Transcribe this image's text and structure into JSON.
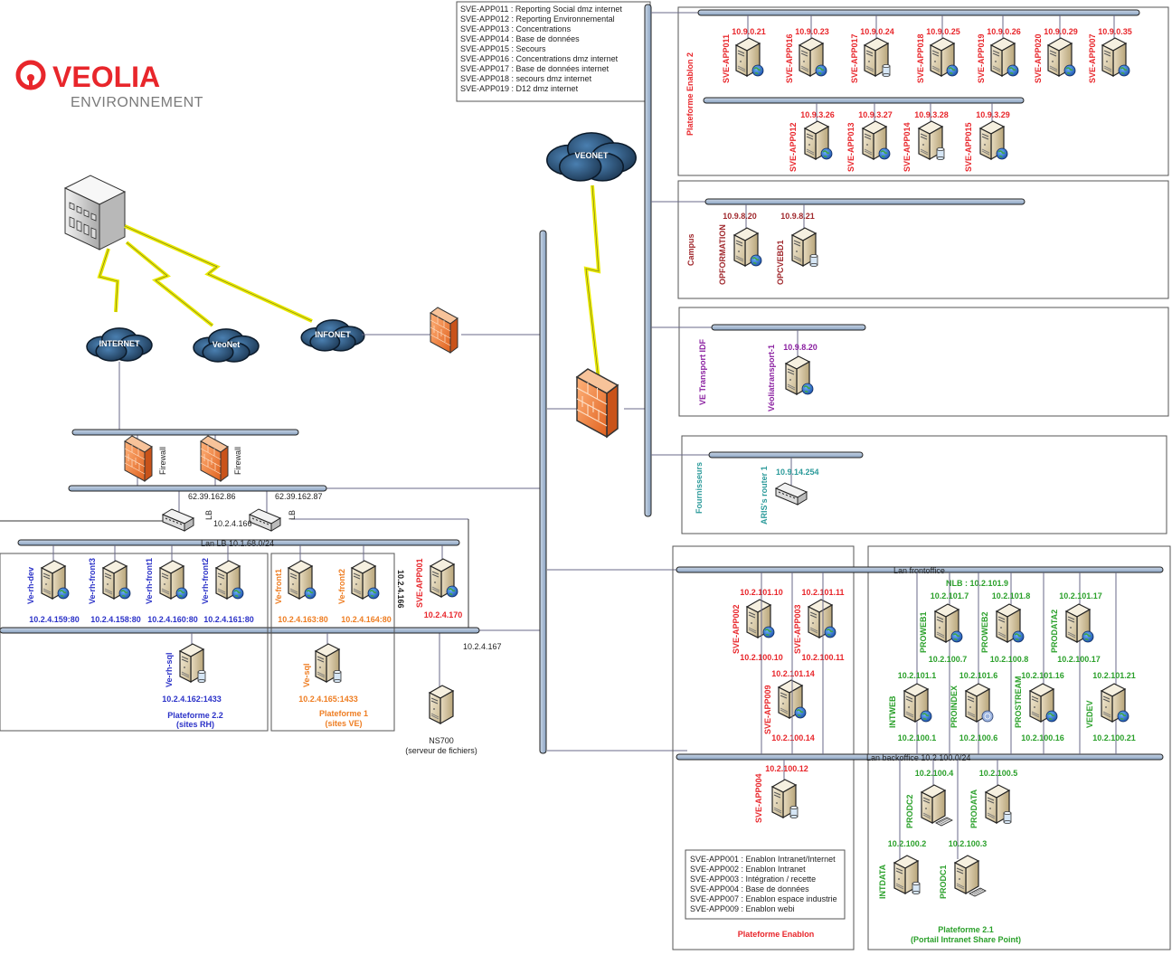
{
  "logo": {
    "brand": "VEOLIA",
    "subtitle": "ENVIRONNEMENT",
    "brand_color": "#e8262b",
    "subtitle_color": "#7a7a7a"
  },
  "clouds": {
    "internet": "INTERNET",
    "veonet_small": "VeoNet",
    "infonet": "INFONET",
    "veonet_big": "VEONET"
  },
  "firewalls": {
    "label": "Firewall"
  },
  "left": {
    "lb_label": "LB",
    "ip_lb1": "62.39.162.86",
    "ip_lb2": "62.39.162.87",
    "ip_lb_internal": "10.2.4.166",
    "lan_lb": "Lan LB 10.1.68.0/24",
    "vertical_ip": "10.2.4.166",
    "ip_167": "10.2.4.167",
    "rh_servers": [
      {
        "name": "Ve-rh-dev",
        "ip": "10.2.4.159:80",
        "icon": "globe"
      },
      {
        "name": "Ve-rh-front3",
        "ip": "10.2.4.158:80",
        "icon": "globe"
      },
      {
        "name": "Ve-rh-front1",
        "ip": "10.2.4.160:80",
        "icon": "globe"
      },
      {
        "name": "Ve-rh-front2",
        "ip": "10.2.4.161:80",
        "icon": "globe"
      }
    ],
    "rh_sql": {
      "name": "Ve-rh-sql",
      "ip": "10.2.4.162:1433",
      "icon": "db"
    },
    "rh_platform": {
      "line1": "Plateforme 2.2",
      "line2": "(sites RH)"
    },
    "ve_servers": [
      {
        "name": "Ve-front1",
        "ip": "10.2.4.163:80",
        "icon": "globe"
      },
      {
        "name": "Ve-front2",
        "ip": "10.2.4.164:80",
        "icon": "globe"
      }
    ],
    "ve_sql": {
      "name": "Ve-sql",
      "ip": "10.2.4.165:1433",
      "icon": "db"
    },
    "ve_platform": {
      "line1": "Plateforme 1",
      "line2": "(sites VE)"
    },
    "app001": {
      "name": "SVE-APP001",
      "ip": "10.2.4.170",
      "icon": "globe"
    },
    "ns700": {
      "line1": "NS700",
      "line2": "(serveur de fichiers)"
    }
  },
  "legend_top": [
    "SVE-APP011 : Reporting Social dmz internet",
    "SVE-APP012 : Reporting Environnemental",
    "SVE-APP013 : Concentrations",
    "SVE-APP014 : Base de données",
    "SVE-APP015 : Secours",
    "SVE-APP016 : Concentrations dmz internet",
    "SVE-APP017 : Base de données internet",
    "SVE-APP018 : secours dmz internet",
    "SVE-APP019 : D12 dmz internet"
  ],
  "enablon2": {
    "title": "Plateforme Enablon 2",
    "row1": [
      {
        "name": "SVE-APP011",
        "ip": "10.9.0.21",
        "icon": "globe"
      },
      {
        "name": "SVE-APP016",
        "ip": "10.9.0.23",
        "icon": "globe"
      },
      {
        "name": "SVE-APP017",
        "ip": "10.9.0.24",
        "icon": "db"
      },
      {
        "name": "SVE-APP018",
        "ip": "10.9.0.25",
        "icon": "globe"
      },
      {
        "name": "SVE-APP019",
        "ip": "10.9.0.26",
        "icon": "globe"
      },
      {
        "name": "SVE-APP020",
        "ip": "10.9.0.29",
        "icon": "globe"
      },
      {
        "name": "SVE-APP007",
        "ip": "10.9.0.35",
        "icon": "globe"
      }
    ],
    "row2": [
      {
        "name": "SVE-APP012",
        "ip": "10.9.3.26",
        "icon": "globe"
      },
      {
        "name": "SVE-APP013",
        "ip": "10.9.3.27",
        "icon": "globe"
      },
      {
        "name": "SVE-APP014",
        "ip": "10.9.3.28",
        "icon": "db"
      },
      {
        "name": "SVE-APP015",
        "ip": "10.9.3.29",
        "icon": "globe"
      }
    ]
  },
  "campus": {
    "title": "Campus",
    "servers": [
      {
        "name": "OPFORMATION",
        "ip": "10.9.8.20",
        "icon": "globe"
      },
      {
        "name": "OPCVEBD1",
        "ip": "10.9.8.21",
        "icon": "db"
      }
    ]
  },
  "transport": {
    "title": "VE Transport IDF",
    "server": {
      "name": "Véoliatransport-1",
      "ip": "10.9.8.20",
      "icon": "globe"
    }
  },
  "fournisseurs": {
    "title": "Fournisseurs",
    "router": {
      "name": "ARIS's router 1",
      "ip": "10.9.14.254"
    }
  },
  "enablon": {
    "title": "Plateforme Enablon",
    "servers": [
      {
        "name": "SVE-APP002",
        "ip_front": "10.2.101.10",
        "ip_back": "10.2.100.10",
        "icon": "globe"
      },
      {
        "name": "SVE-APP003",
        "ip_front": "10.2.101.11",
        "ip_back": "10.2.100.11",
        "icon": "globe"
      },
      {
        "name": "SVE-APP009",
        "ip_front": "10.2.101.14",
        "ip_back": "10.2.100.14",
        "icon": "globe"
      }
    ],
    "app004": {
      "name": "SVE-APP004",
      "ip": "10.2.100.12",
      "icon": "db"
    },
    "legend": [
      "SVE-APP001 : Enablon Intranet/Internet",
      "SVE-APP002 : Enablon Intranet",
      "SVE-APP003 : Intégration / recette",
      "SVE-APP004 : Base de données",
      "SVE-APP007 : Enablon espace industrie",
      "SVE-APP009 : Enablon webi"
    ]
  },
  "lan_front": "Lan frontoffice",
  "lan_back": "Lan backoffice 10.2.100.0/24",
  "sharepoint": {
    "title1": "Plateforme 2.1",
    "title2": "(Portail Intranet Share Point)",
    "nlb": "NLB : 10.2.101.9",
    "front_row": [
      {
        "name": "PROWEB1",
        "ip_front": "10.2.101.7",
        "ip_back": "10.2.100.7",
        "icon": "globe"
      },
      {
        "name": "PROWEB2",
        "ip_front": "10.2.101.8",
        "ip_back": "10.2.100.8",
        "icon": "globe"
      },
      {
        "name": "PRODATA2",
        "ip_front": "10.2.101.17",
        "ip_back": "10.2.100.17",
        "icon": "globe"
      }
    ],
    "mid_row": [
      {
        "name": "INTWEB",
        "ip_front": "10.2.101.1",
        "ip_back": "10.2.100.1",
        "icon": "globe"
      },
      {
        "name": "PROINDEX",
        "ip_front": "10.2.101.6",
        "ip_back": "10.2.100.6",
        "icon": "search-globe"
      },
      {
        "name": "PROSTREAM",
        "ip_front": "10.2.101.16",
        "ip_back": "10.2.100.16",
        "icon": "globe"
      },
      {
        "name": "VEDEV",
        "ip_front": "10.2.101.21",
        "ip_back": "10.2.100.21",
        "icon": "globe"
      }
    ],
    "back_row": [
      {
        "name": "PRODC2",
        "ip": "10.2.100.4",
        "icon": "keyboard"
      },
      {
        "name": "PRODATA",
        "ip": "10.2.100.5",
        "icon": "db"
      },
      {
        "name": "INTDATA",
        "ip": "10.2.100.2",
        "icon": "db"
      },
      {
        "name": "PRODC1",
        "ip": "10.2.100.3",
        "icon": "keyboard"
      }
    ]
  }
}
